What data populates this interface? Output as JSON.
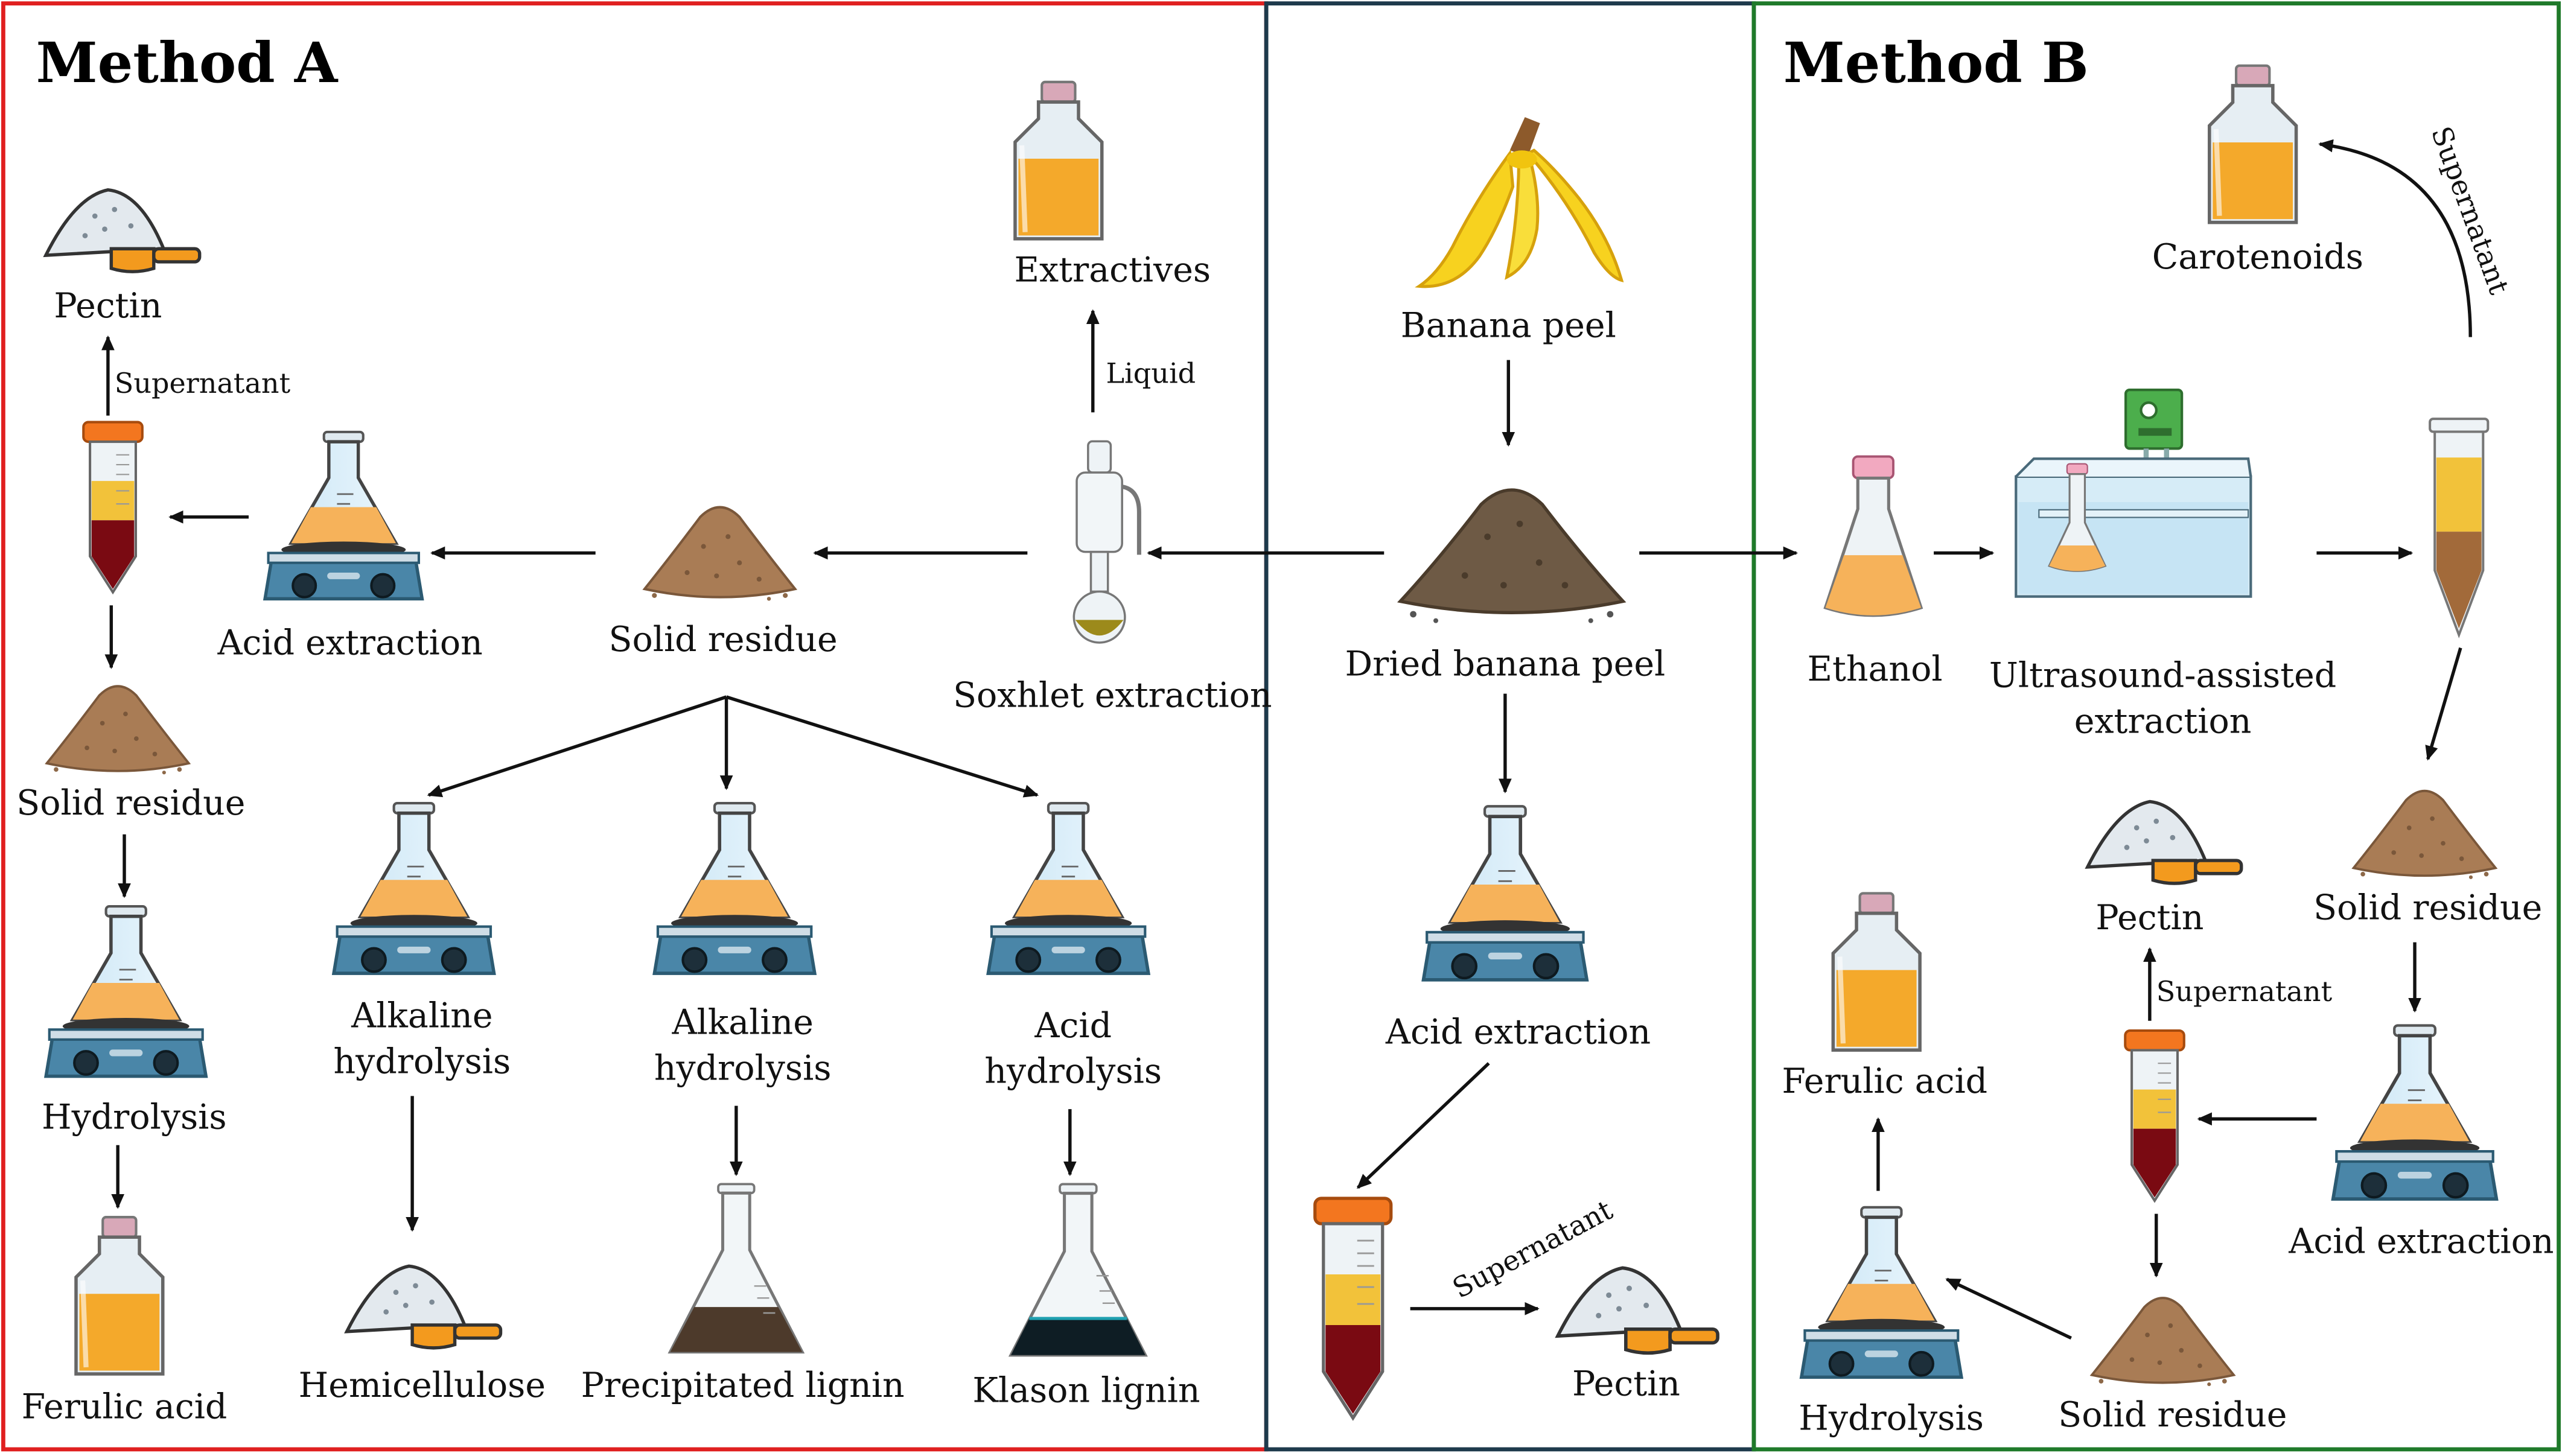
{
  "colors": {
    "method_a_border": "#e02020",
    "center_border": "#1e3a4c",
    "method_b_border": "#1f7a2a",
    "arrow": "#111111",
    "amber_liquid": "#f4a92b",
    "orange_liquid": "#f6b25a",
    "blood_red": "#7a0a12",
    "powder_brown": "#a97c55",
    "dark_powder": "#6e5a45",
    "banana_yellow": "#f7d21f",
    "stirrer_blue": "#4a86a8",
    "ultrasound_green": "#4cae4c"
  },
  "method_a": {
    "title": "Method A",
    "pectin": "Pectin",
    "supernatant": "Supernatant",
    "acid_extraction": "Acid extraction",
    "solid_residue_left": "Solid residue",
    "hydrolysis": "Hydrolysis",
    "ferulic_acid": "Ferulic acid",
    "solid_residue_center": "Solid residue",
    "extractives": "Extractives",
    "liquid": "Liquid",
    "soxhlet": "Soxhlet extraction",
    "alk1_line1": "Alkaline",
    "alk1_line2": "hydrolysis",
    "alk2_line1": "Alkaline",
    "alk2_line2": "hydrolysis",
    "acid_hyd_line1": "Acid",
    "acid_hyd_line2": "hydrolysis",
    "hemicellulose": "Hemicellulose",
    "precipitated_lignin": "Precipitated lignin",
    "klason_lignin": "Klason lignin"
  },
  "center": {
    "banana_peel": "Banana peel",
    "dried_banana_peel": "Dried banana peel",
    "acid_extraction": "Acid extraction",
    "supernatant": "Supernatant",
    "pectin": "Pectin"
  },
  "method_b": {
    "title": "Method B",
    "carotenoids": "Carotenoids",
    "supernatant_top": "Supernatant",
    "ethanol": "Ethanol",
    "uae_line1": "Ultrasound-assisted",
    "uae_line2": "extraction",
    "solid_residue_right": "Solid residue",
    "pectin": "Pectin",
    "supernatant_mid": "Supernatant",
    "ferulic_acid": "Ferulic acid",
    "acid_extraction": "Acid extraction",
    "hydrolysis": "Hydrolysis",
    "solid_residue_bottom": "Solid residue"
  },
  "icons": {
    "reagent_bottle": "reagent-bottle-icon",
    "powder_scoop": "powder-scoop-icon",
    "falcon_tube": "centrifuge-tube-icon",
    "stirrer_flask": "hotplate-stirrer-flask-icon",
    "powder_pile": "powder-pile-icon",
    "soxhlet": "soxhlet-extractor-icon",
    "banana_peel": "banana-peel-icon",
    "erlenmeyer": "erlenmeyer-flask-icon",
    "ultrasound_bath": "ultrasound-bath-icon"
  }
}
